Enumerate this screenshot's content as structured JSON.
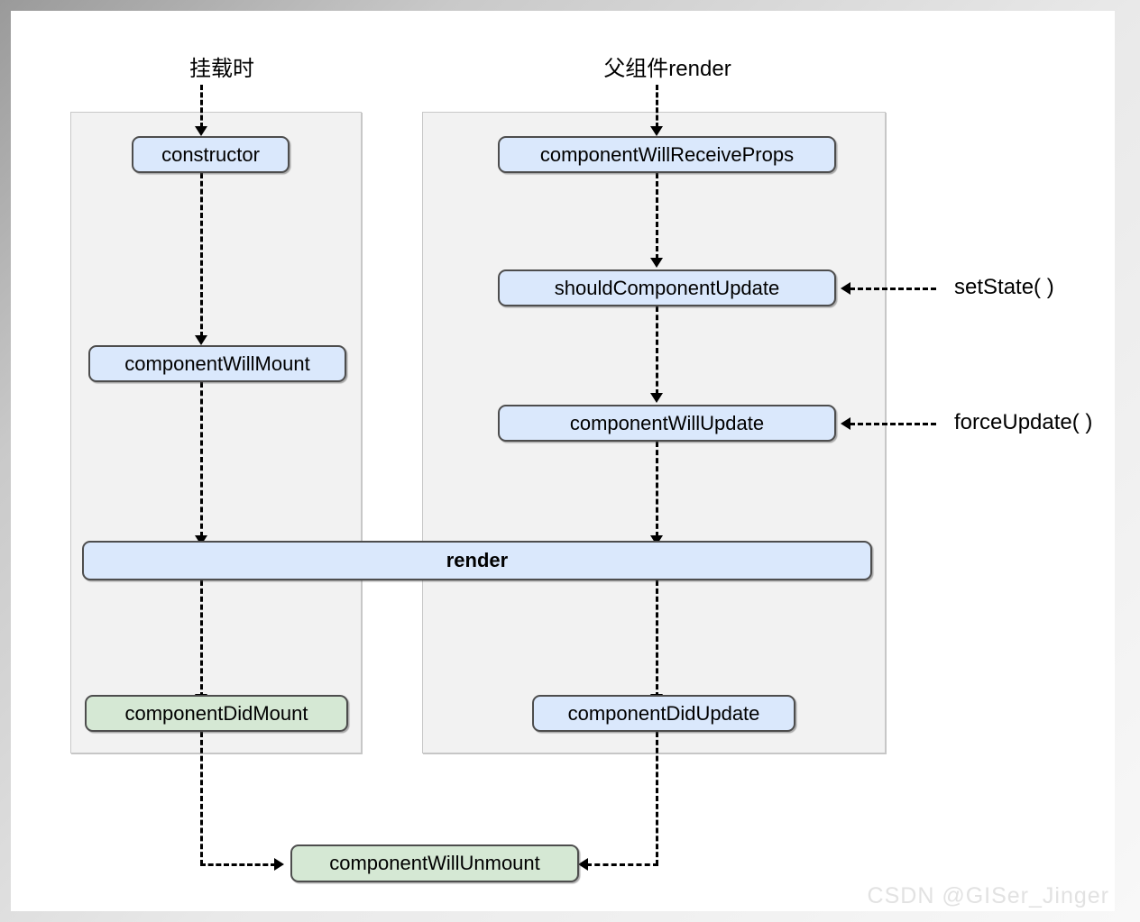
{
  "diagram": {
    "title_mount": "挂载时",
    "title_update": "父组件render",
    "watermark": "CSDN @GISer_Jinger"
  },
  "columns": {
    "mount": {
      "header": "挂载时",
      "nodes": [
        {
          "label": "constructor",
          "color": "blue"
        },
        {
          "label": "componentWillMount",
          "color": "blue"
        },
        {
          "label": "componentDidMount",
          "color": "green"
        }
      ]
    },
    "update": {
      "header": "父组件render",
      "nodes": [
        {
          "label": "componentWillReceiveProps",
          "color": "blue"
        },
        {
          "label": "shouldComponentUpdate",
          "color": "blue"
        },
        {
          "label": "componentWillUpdate",
          "color": "blue"
        },
        {
          "label": "componentDidUpdate",
          "color": "blue"
        }
      ]
    }
  },
  "shared": {
    "render": {
      "label": "render",
      "color": "blue"
    },
    "unmount": {
      "label": "componentWillUnmount",
      "color": "green"
    }
  },
  "annotations": [
    {
      "label": "setState( )",
      "target": "shouldComponentUpdate"
    },
    {
      "label": "forceUpdate( )",
      "target": "componentWillUpdate"
    }
  ],
  "colors": {
    "blue_fill": "#dae8fc",
    "green_fill": "#d5e8d4",
    "node_stroke": "#4d4d4d",
    "panel_fill": "#f2f2f2",
    "panel_stroke": "#c8c8c8",
    "connector": "#000000",
    "watermark": "#e2e2e2"
  }
}
